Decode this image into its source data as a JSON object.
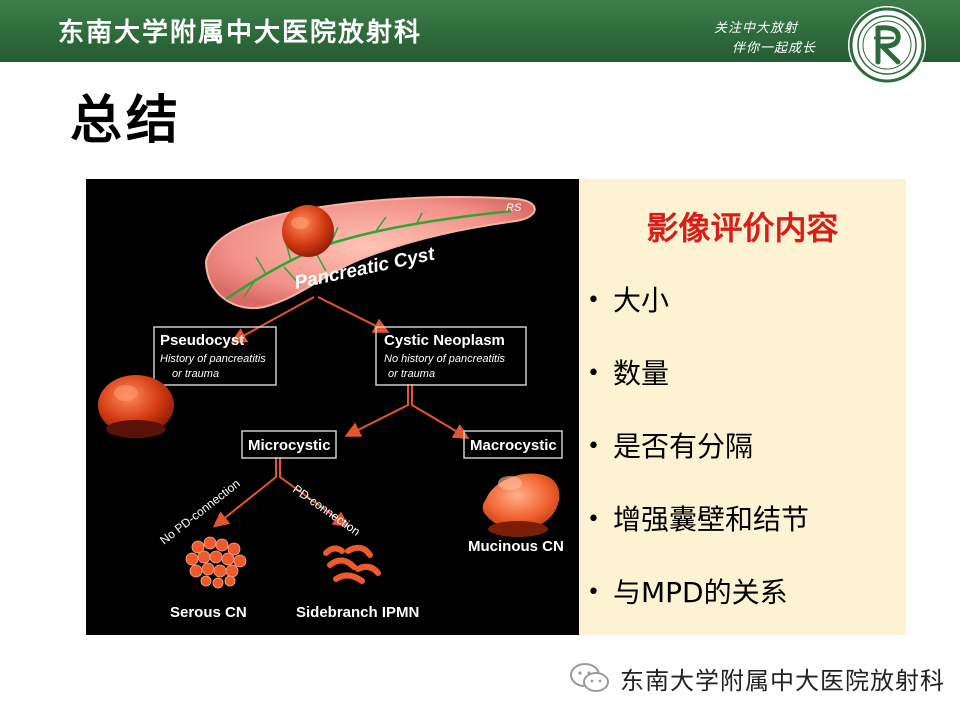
{
  "header": {
    "title": "东南大学附属中大医院放射科",
    "slogan_line1": "关注中大放射",
    "slogan_line2": "伴你一起成长"
  },
  "page_title": "总结",
  "figure": {
    "root": "Pancreatic Cyst",
    "signature": "RS",
    "pseudocyst": {
      "title": "Pseudocyst",
      "line1": "History of pancreatitis",
      "line2": "or trauma"
    },
    "neoplasm": {
      "title": "Cystic Neoplasm",
      "line1": "No history of pancreatitis",
      "line2": "or trauma"
    },
    "microcystic": "Microcystic",
    "macrocystic": "Macrocystic",
    "no_pd": "No PD-connection",
    "pd": "PD-connection",
    "serous": "Serous CN",
    "sidebranch": "Sidebranch IPMN",
    "mucinous": "Mucinous CN"
  },
  "panel": {
    "title": "影像评价内容",
    "bullet_char": "•",
    "items": [
      "大小",
      "数量",
      "是否有分隔",
      "增强囊壁和结节",
      "与MPD的关系"
    ]
  },
  "watermark": {
    "text": "东南大学附属中大医院放射科"
  },
  "colors": {
    "header_green": "#2e6b3b",
    "panel_bg": "#fdf2d1",
    "title_red": "#d61f18",
    "arrow_orange": "#e2552f"
  },
  "icons": [
    "hospital-logo-icon",
    "wechat-icon"
  ]
}
